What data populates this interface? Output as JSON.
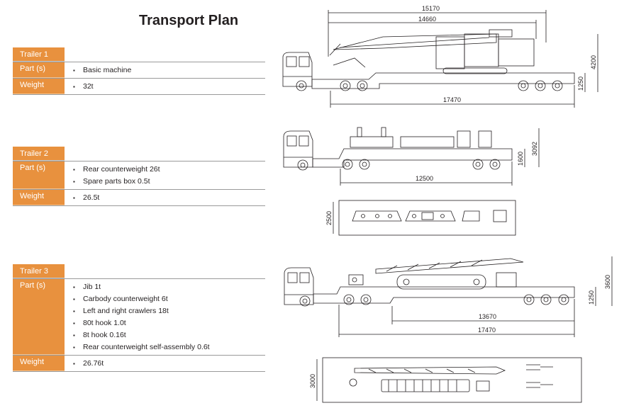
{
  "title": "Transport Plan",
  "trailers": [
    {
      "header": "Trailer 1",
      "part_label": "Part (s)",
      "parts": [
        "Basic machine"
      ],
      "weight_label": "Weight",
      "weight": "32t"
    },
    {
      "header": "Trailer 2",
      "part_label": "Part (s)",
      "parts": [
        "Rear counterweight 26t",
        "Spare parts box 0.5t"
      ],
      "weight_label": "Weight",
      "weight": "26.5t"
    },
    {
      "header": "Trailer 3",
      "part_label": "Part (s)",
      "parts": [
        "Jib 1t",
        "Carbody counterweight 6t",
        "Left and right crawlers 18t",
        "80t hook 1.0t",
        "8t hook 0.16t",
        "Rear counterweight self-assembly 0.6t"
      ],
      "weight_label": "Weight",
      "weight": "26.76t"
    }
  ],
  "drawings": {
    "trailer1": {
      "dim_top_outer": "15170",
      "dim_top_inner": "14660",
      "dim_height": "4200",
      "dim_deck": "1250",
      "dim_length": "17470"
    },
    "trailer2": {
      "dim_height": "3092",
      "dim_deck": "1600",
      "dim_length": "12500",
      "dim_box": "2500"
    },
    "trailer3": {
      "dim_height": "3600",
      "dim_deck": "1250",
      "dim_inner": "13670",
      "dim_length": "17470",
      "dim_box": "3000"
    }
  }
}
